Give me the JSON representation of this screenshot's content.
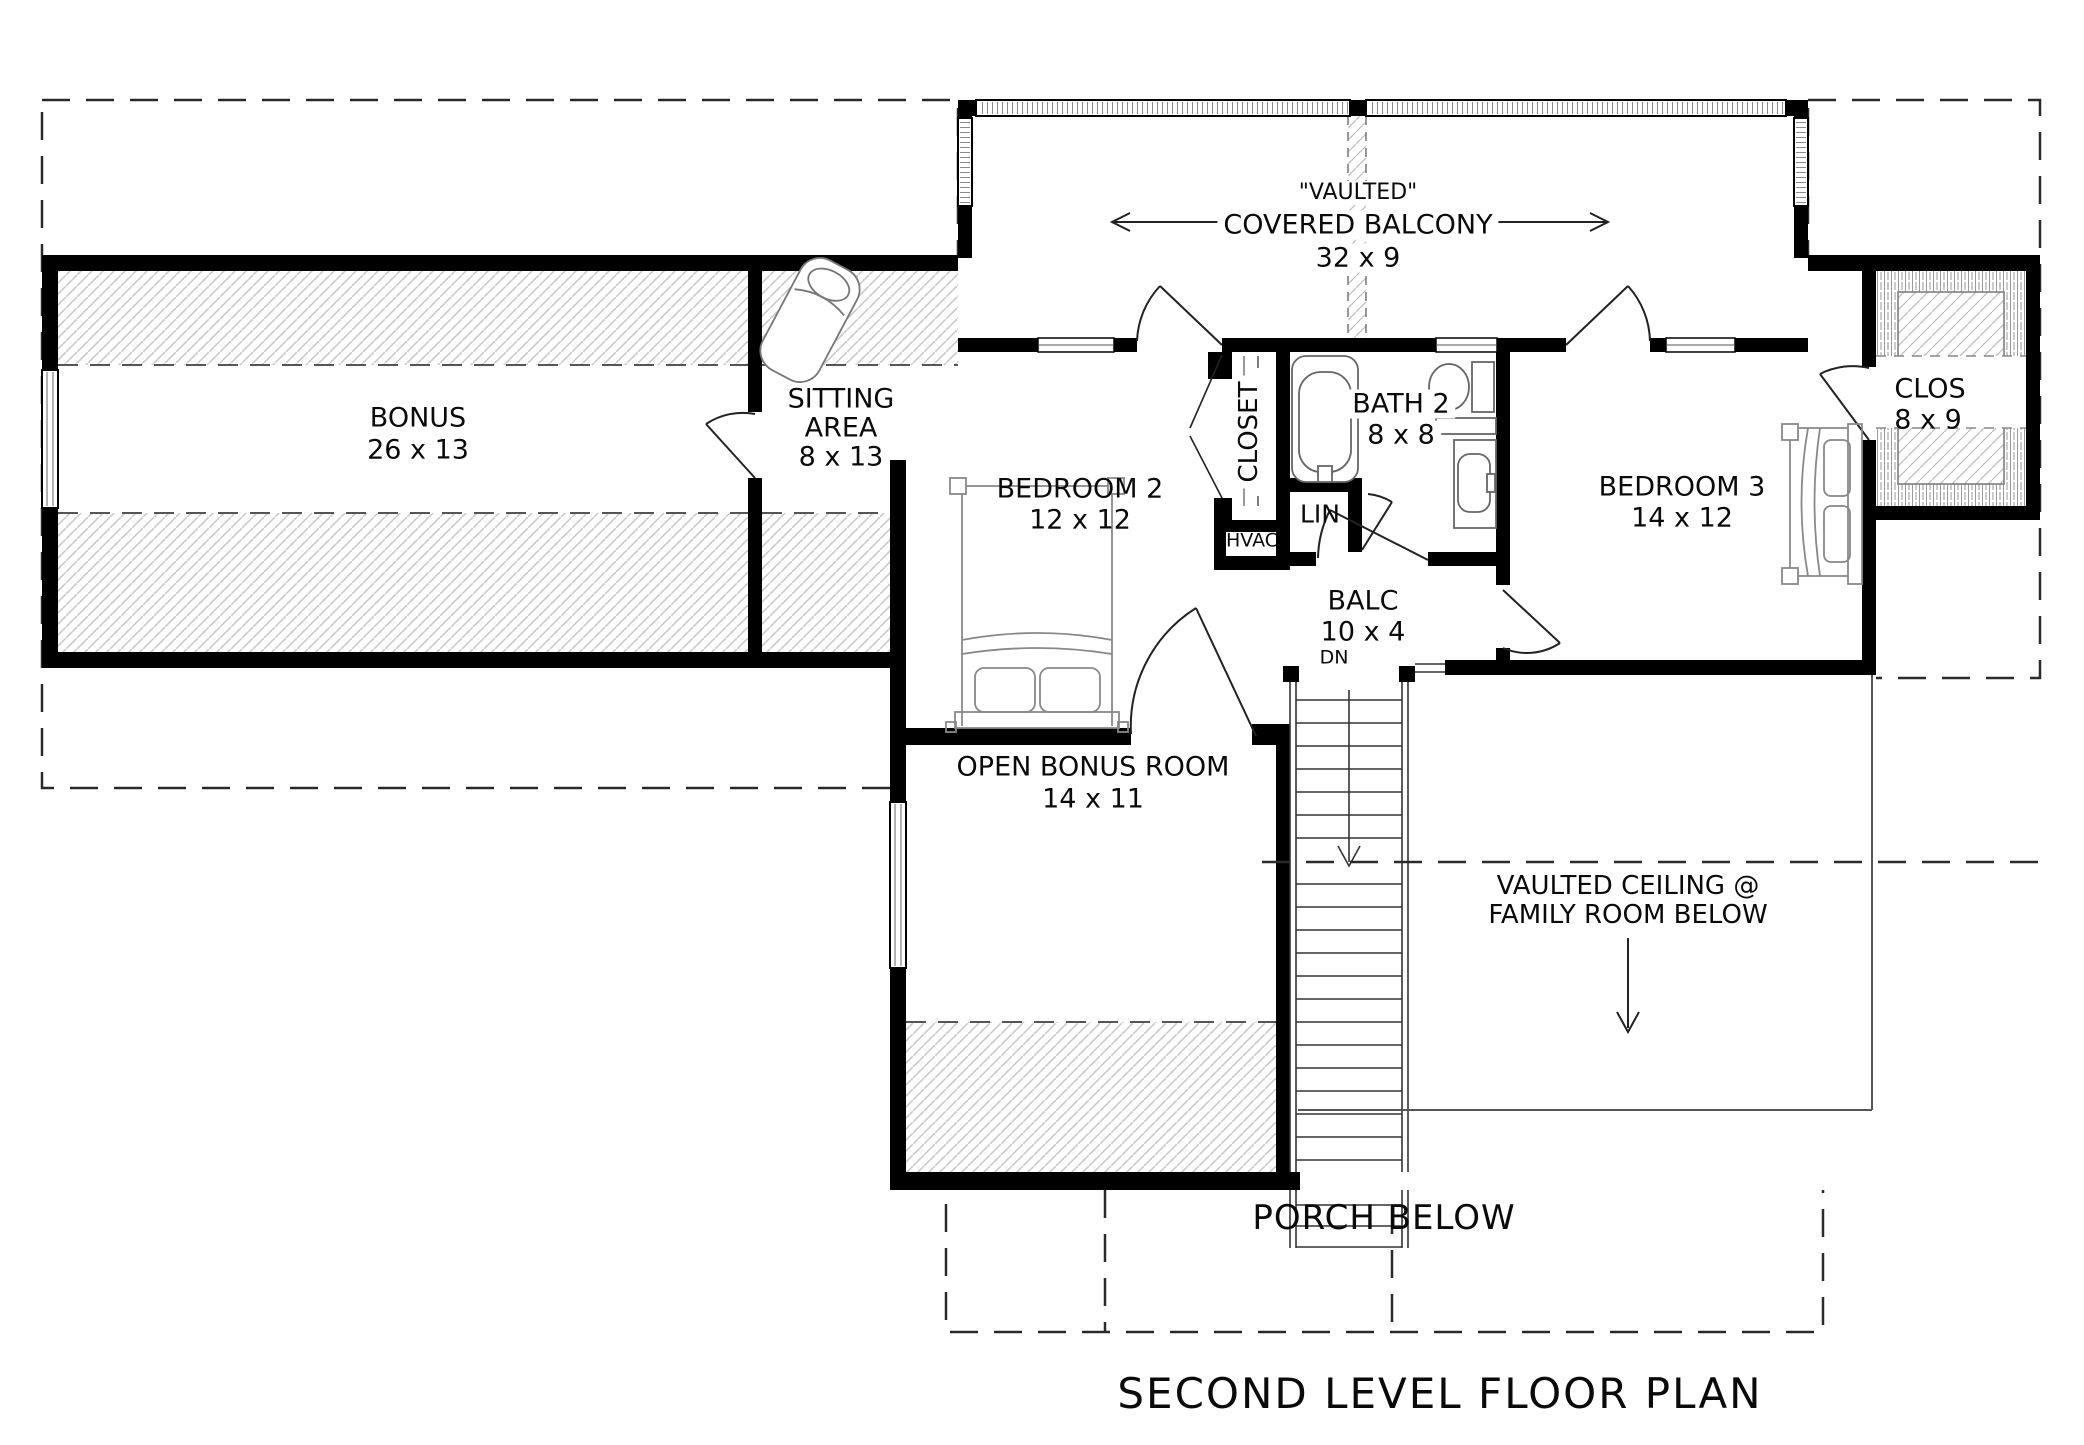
{
  "page": {
    "title": "SECOND LEVEL FLOOR PLAN"
  },
  "labels": {
    "balcony_note": "\"VAULTED\"",
    "balcony_name": "COVERED BALCONY",
    "balcony_dim": "32 x 9",
    "bonus_name": "BONUS",
    "bonus_dim": "26 x 13",
    "sitting_line1": "SITTING",
    "sitting_line2": "AREA",
    "sitting_dim": "8 x 13",
    "bedroom2_name": "BEDROOM 2",
    "bedroom2_dim": "12 x 12",
    "closet_name": "CLOSET",
    "bath2_name": "BATH 2",
    "bath2_dim": "8 x 8",
    "lin_name": "LIN",
    "hvac_name": "HVAC",
    "bedroom3_name": "BEDROOM 3",
    "bedroom3_dim": "14 x 12",
    "clos_name": "CLOS",
    "clos_dim": "8 x 9",
    "balc_name": "BALC",
    "balc_dim": "10 x 4",
    "stairs_dn": "DN",
    "open_bonus_name": "OPEN BONUS ROOM",
    "open_bonus_dim": "14 x 11",
    "family_line1": "VAULTED CEILING @",
    "family_line2": "FAMILY ROOM BELOW",
    "porch_name": "PORCH BELOW"
  },
  "colors": {
    "wall": "#000000",
    "hatch": "#c9c9c9",
    "text": "#0a0a0a",
    "dashed": "#2a2a2a"
  }
}
